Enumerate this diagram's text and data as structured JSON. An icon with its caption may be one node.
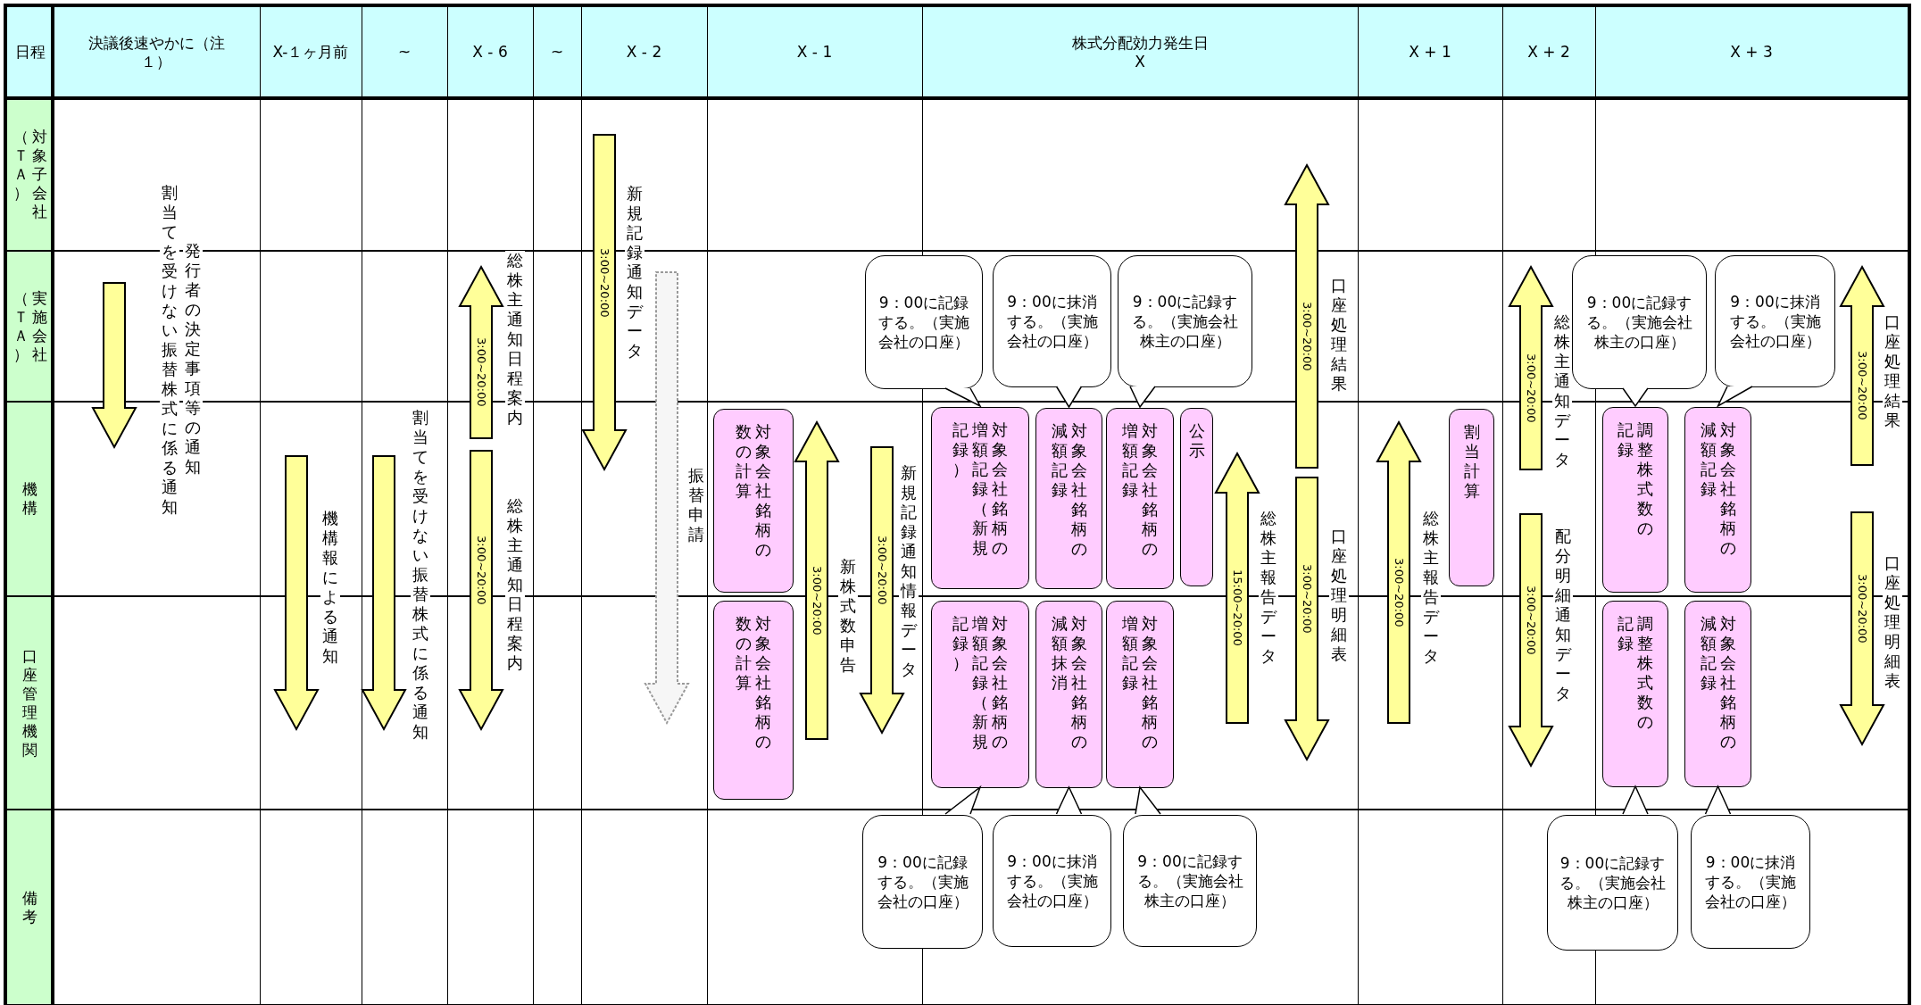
{
  "diagram": {
    "nodes": [
      {
        "text": [
          "対象子会社（ＴＡ）"
        ]
      },
      {
        "text": [
          "実施会社（ＴＡ）"
        ]
      },
      {
        "text": [
          "機構"
        ]
      },
      {
        "text": [
          "口座管理機関"
        ]
      },
      {
        "text": [
          "備考"
        ]
      },
      {
        "text": [
          "対象会社銘柄の数の計算"
        ],
        "in": 2
      },
      {
        "text": [
          "対象会社銘柄の数の計算"
        ],
        "in": 3
      },
      {
        "text": [
          "9：00に記録する。（実施会社の口座）"
        ],
        "in": 1
      },
      {
        "text": [
          "9：00に抹消する。（実施会社の口座）"
        ],
        "in": 1
      },
      {
        "text": [
          "9：00に記録する。（実施会社株主の口座）"
        ],
        "in": 1
      },
      {
        "text": [
          "対象会社銘柄の増額記録（新規記録）"
        ],
        "in": 2
      },
      {
        "text": [
          "対象会社銘柄の減額記録"
        ],
        "in": 2
      },
      {
        "text": [
          "対象会社銘柄の増額記録"
        ],
        "in": 2
      },
      {
        "text": [
          "公示"
        ],
        "in": 2
      },
      {
        "text": [
          "対象会社銘柄の増額記録（新規記録）"
        ],
        "in": 3
      },
      {
        "text": [
          "対象会社銘柄の減額抹消"
        ],
        "in": 3
      },
      {
        "text": [
          "対象会社銘柄の増額記録"
        ],
        "in": 3
      },
      {
        "text": [
          "9：00に記録する。（実施会社の口座）"
        ],
        "in": 4
      },
      {
        "text": [
          "9：00に抹消する。（実施会社の口座）"
        ],
        "in": 4
      },
      {
        "text": [
          "9：00に記録する。（実施会社株主の口座）"
        ],
        "in": 4
      },
      {
        "text": [
          "割当計算"
        ],
        "in": 2
      },
      {
        "text": [
          "9：00に記録する。（実施会社株主の口座）"
        ],
        "in": 1
      },
      {
        "text": [
          "9：00に抹消する。（実施会社の口座）"
        ],
        "in": 1
      },
      {
        "text": [
          "調整株式数の記録"
        ],
        "in": 2
      },
      {
        "text": [
          "対象会社銘柄の減額記録"
        ],
        "in": 2
      },
      {
        "text": [
          "調整株式数の記録"
        ],
        "in": 3
      },
      {
        "text": [
          "対象会社銘柄の減額記録"
        ],
        "in": 3
      },
      {
        "text": [
          "9：00に記録する。（実施会社株主の口座）"
        ],
        "in": 4
      },
      {
        "text": [
          "9：00に抹消する。（実施会社の口座）"
        ],
        "in": 4
      }
    ],
    "edges": [
      {
        "from": 7,
        "to": 10,
        "arrow": "to"
      },
      {
        "from": 8,
        "to": 11,
        "arrow": "to"
      },
      {
        "from": 9,
        "to": 12,
        "arrow": "to"
      },
      {
        "from": 17,
        "to": 14,
        "arrow": "to"
      },
      {
        "from": 18,
        "to": 15,
        "arrow": "to"
      },
      {
        "from": 19,
        "to": 16,
        "arrow": "to"
      },
      {
        "from": 21,
        "to": 23,
        "arrow": "to"
      },
      {
        "from": 22,
        "to": 24,
        "arrow": "to"
      },
      {
        "from": 27,
        "to": 25,
        "arrow": "to"
      },
      {
        "from": 28,
        "to": 26,
        "arrow": "to"
      },
      {
        "from": 1,
        "to": 2,
        "arrow": "to",
        "label": "発行者の決定事項等の通知"
      },
      {
        "from": 2,
        "to": 3,
        "arrow": "to",
        "label": "機構報による通知"
      },
      {
        "from": 2,
        "to": 3,
        "arrow": "to",
        "label": "割当てを受けない振替株式に係る通知"
      },
      {
        "from": 2,
        "to": 1,
        "arrow": "to",
        "label": "総株主通知日程案内"
      },
      {
        "from": 2,
        "to": 3,
        "arrow": "to",
        "label": "総株主通知日程案内"
      },
      {
        "from": 0,
        "to": 2,
        "arrow": "to",
        "label": "新規記録通知データ"
      },
      {
        "from": 1,
        "to": 3,
        "arrow": "to",
        "label": "振替申請",
        "style": "dashed",
        "color": "#999999"
      },
      {
        "from": 3,
        "to": 2,
        "arrow": "to",
        "label": "新株式数申告"
      },
      {
        "from": 2,
        "to": 3,
        "arrow": "to",
        "label": "新規記録通知情報データ"
      },
      {
        "from": 3,
        "to": 2,
        "arrow": "to",
        "label": "総株主報告データ"
      },
      {
        "from": 2,
        "to": 0,
        "arrow": "to",
        "label": "口座処理結果"
      },
      {
        "from": 2,
        "to": 3,
        "arrow": "to",
        "label": "口座処理明細表"
      },
      {
        "from": 3,
        "to": 2,
        "arrow": "to",
        "label": "総株主報告データ"
      },
      {
        "from": 2,
        "to": 1,
        "arrow": "to",
        "label": "総株主通知データ"
      },
      {
        "from": 2,
        "to": 3,
        "arrow": "to",
        "label": "配分明細通知データ"
      },
      {
        "from": 2,
        "to": 1,
        "arrow": "to",
        "label": "口座処理結果"
      },
      {
        "from": 2,
        "to": 3,
        "arrow": "to",
        "label": "口座処理明細表"
      }
    ],
    "labels": [
      "日程",
      "決議後速やかに（注１）",
      "X-１ヶ月前",
      "~",
      "X - 6",
      "~",
      "X - 2",
      "X - 1",
      "株式分配効力発生日 X",
      "X + 1",
      "X + 2",
      "X + 3",
      "割当てを受けない振替株式に係る通知",
      "3:00~20:00",
      "3:00~20:00",
      "3:00~20:00",
      "3:00~20:00",
      "3:00~20:00",
      "15:00~20:00",
      "3:00~20:00",
      "3:00~20:00",
      "3:00~20:00",
      "3:00~20:00",
      "3:00~20:00",
      "3:00~20:00",
      "3:00~20:00"
    ]
  }
}
